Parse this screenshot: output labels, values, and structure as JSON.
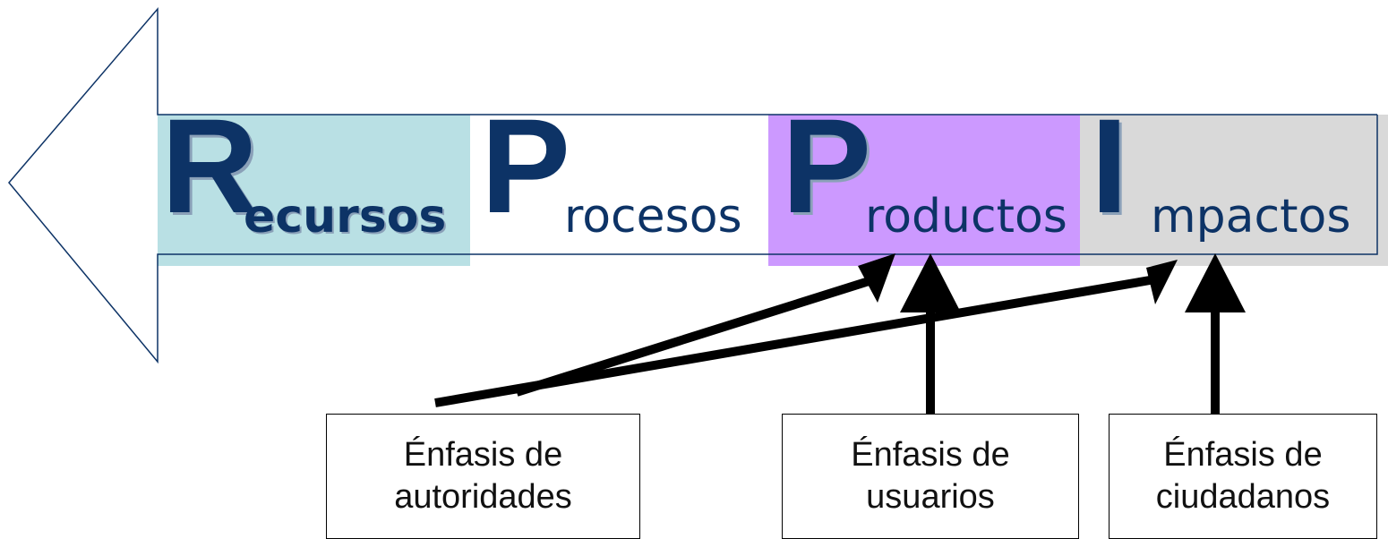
{
  "diagram": {
    "segments": [
      {
        "id": "recursos",
        "letter": "R",
        "rest": "ecursos",
        "color": "#b9e0e4"
      },
      {
        "id": "procesos",
        "letter": "P",
        "rest": "rocesos",
        "color": "#ffffff"
      },
      {
        "id": "productos",
        "letter": "P",
        "rest": "roductos",
        "color": "#cc99ff"
      },
      {
        "id": "impactos",
        "letter": "I",
        "rest": "mpactos",
        "color": "#d9d9d9"
      }
    ],
    "text_color": "#0d3366",
    "arrow_outline_color": "#0d3366",
    "connector_color": "#000000",
    "boxes": [
      {
        "id": "autoridades",
        "line1": "Énfasis de",
        "line2": "autoridades",
        "targets": [
          "productos",
          "impactos"
        ]
      },
      {
        "id": "usuarios",
        "line1": "Énfasis de",
        "line2": "usuarios",
        "targets": [
          "productos"
        ]
      },
      {
        "id": "ciudadanos",
        "line1": "Énfasis de",
        "line2": "ciudadanos",
        "targets": [
          "impactos"
        ]
      }
    ]
  }
}
